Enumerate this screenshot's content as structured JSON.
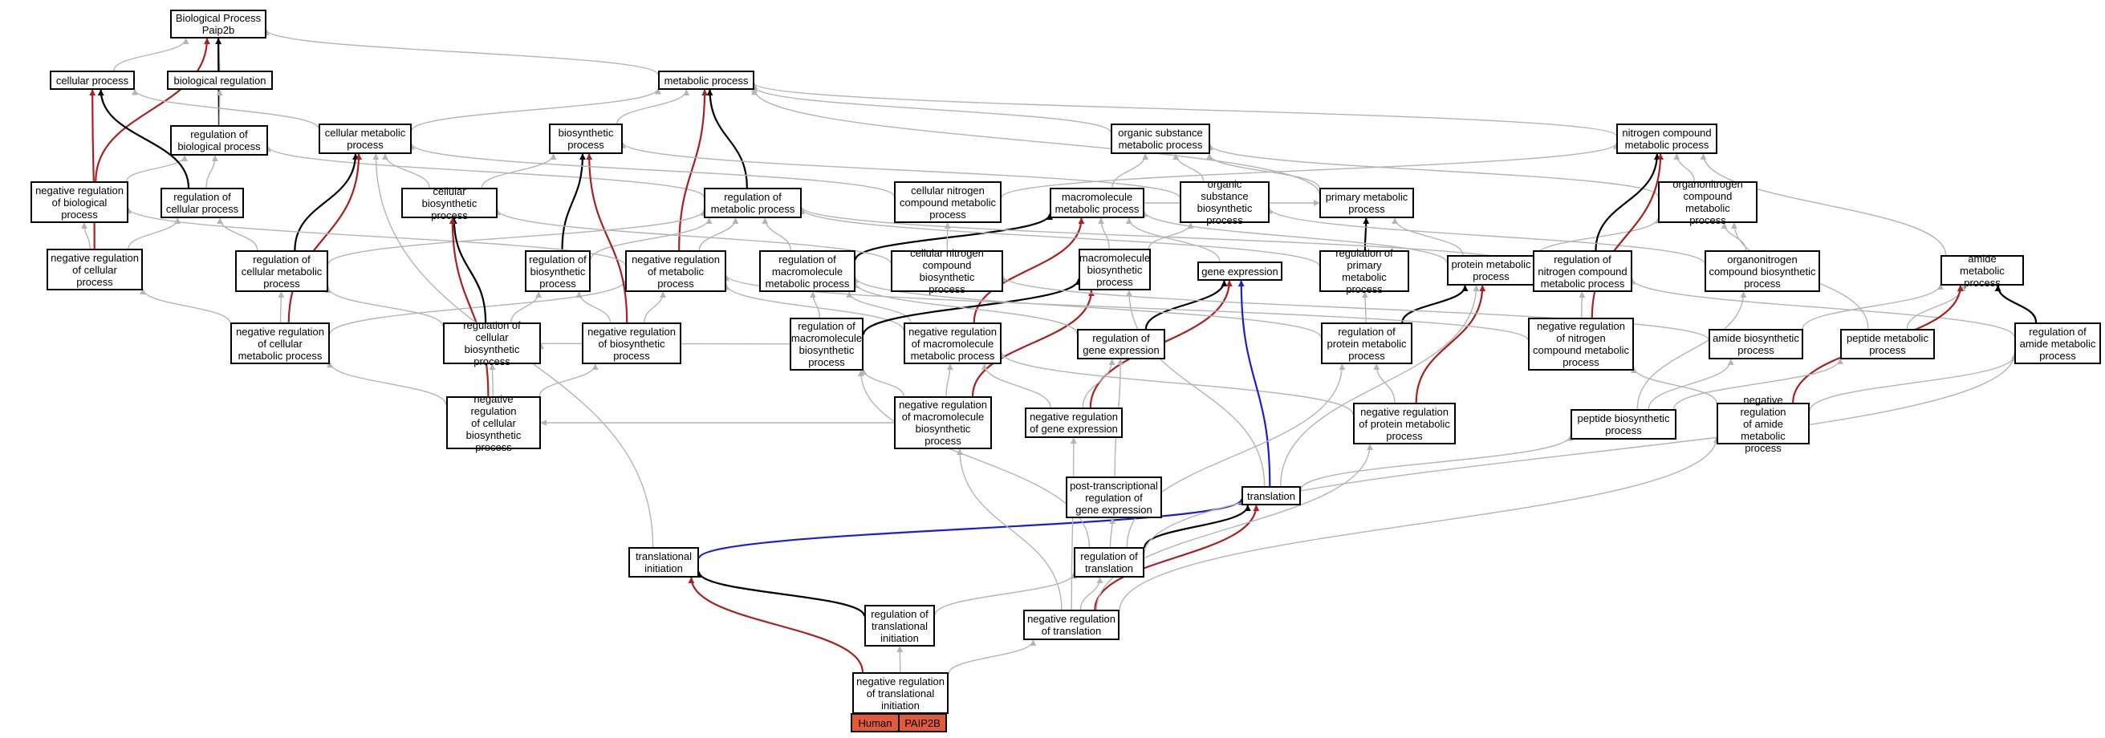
{
  "colors": {
    "is_a": "#b4b4b4",
    "part_of": "#000000",
    "negatively_regulates": "#aa1f1f",
    "regulates": "#1c1cd6",
    "annotation": "#e15a3c"
  },
  "legend": {
    "species": "Human",
    "gene": "PAIP2B"
  },
  "nodes": [
    {
      "id": "root",
      "label": "Biological Process\nPaip2b"
    },
    {
      "id": "cp",
      "label": "cellular process"
    },
    {
      "id": "br",
      "label": "biological regulation"
    },
    {
      "id": "mp",
      "label": "metabolic process"
    },
    {
      "id": "rbp",
      "label": "regulation of\nbiological process"
    },
    {
      "id": "cmp",
      "label": "cellular metabolic\nprocess"
    },
    {
      "id": "bp",
      "label": "biosynthetic\nprocess"
    },
    {
      "id": "osmp",
      "label": "organic substance\nmetabolic process"
    },
    {
      "id": "ncmp",
      "label": "nitrogen compound\nmetabolic process"
    },
    {
      "id": "nrbp",
      "label": "negative regulation\nof biological\nprocess"
    },
    {
      "id": "rcp",
      "label": "regulation of\ncellular process"
    },
    {
      "id": "cbp",
      "label": "cellular biosynthetic\nprocess"
    },
    {
      "id": "rmp",
      "label": "regulation of\nmetabolic process"
    },
    {
      "id": "cncmp",
      "label": "cellular nitrogen\ncompound metabolic\nprocess"
    },
    {
      "id": "mmp",
      "label": "macromolecule\nmetabolic process"
    },
    {
      "id": "osbp",
      "label": "organic substance\nbiosynthetic\nprocess"
    },
    {
      "id": "pmp",
      "label": "primary metabolic\nprocess"
    },
    {
      "id": "oncmp",
      "label": "organonitrogen\ncompound metabolic\nprocess"
    },
    {
      "id": "nrcp",
      "label": "negative regulation\nof cellular\nprocess"
    },
    {
      "id": "rcmp",
      "label": "regulation of\ncellular metabolic\nprocess"
    },
    {
      "id": "rbp2",
      "label": "regulation of\nbiosynthetic\nprocess"
    },
    {
      "id": "nrmp",
      "label": "negative regulation\nof metabolic\nprocess"
    },
    {
      "id": "rmmp",
      "label": "regulation of\nmacromolecule\nmetabolic process"
    },
    {
      "id": "cncbp",
      "label": "cellular nitrogen\ncompound biosynthetic\nprocess"
    },
    {
      "id": "mbp",
      "label": "macromolecule\nbiosynthetic\nprocess"
    },
    {
      "id": "ge",
      "label": "gene expression"
    },
    {
      "id": "rpmp",
      "label": "regulation of\nprimary metabolic\nprocess"
    },
    {
      "id": "prmp",
      "label": "protein metabolic\nprocess"
    },
    {
      "id": "rncmp",
      "label": "regulation of\nnitrogen compound\nmetabolic process"
    },
    {
      "id": "oncbp",
      "label": "organonitrogen\ncompound biosynthetic\nprocess"
    },
    {
      "id": "amp",
      "label": "amide metabolic\nprocess"
    },
    {
      "id": "nrcmp",
      "label": "negative regulation\nof cellular\nmetabolic process"
    },
    {
      "id": "rcbp",
      "label": "regulation of\ncellular biosynthetic\nprocess"
    },
    {
      "id": "nrbp2",
      "label": "negative regulation\nof biosynthetic\nprocess"
    },
    {
      "id": "rmbp",
      "label": "regulation of\nmacromolecule\nbiosynthetic\nprocess"
    },
    {
      "id": "nrmmp",
      "label": "negative regulation\nof macromolecule\nmetabolic process"
    },
    {
      "id": "rge",
      "label": "regulation of\ngene expression"
    },
    {
      "id": "rprmp",
      "label": "regulation of\nprotein metabolic\nprocess"
    },
    {
      "id": "nrncmp",
      "label": "negative regulation\nof nitrogen\ncompound metabolic\nprocess"
    },
    {
      "id": "abp",
      "label": "amide biosynthetic\nprocess"
    },
    {
      "id": "pepmp",
      "label": "peptide metabolic\nprocess"
    },
    {
      "id": "ramp",
      "label": "regulation of\namide metabolic\nprocess"
    },
    {
      "id": "nrccbp",
      "label": "negative regulation\nof cellular\nbiosynthetic\nprocess"
    },
    {
      "id": "nrmbp",
      "label": "negative regulation\nof macromolecule\nbiosynthetic\nprocess"
    },
    {
      "id": "nrge",
      "label": "negative regulation\nof gene expression"
    },
    {
      "id": "nrprmp",
      "label": "negative regulation\nof protein metabolic\nprocess"
    },
    {
      "id": "pepbp",
      "label": "peptide biosynthetic\nprocess"
    },
    {
      "id": "nramp",
      "label": "negative regulation\nof amide metabolic\nprocess"
    },
    {
      "id": "ptrge",
      "label": "post-transcriptional\nregulation of\ngene expression"
    },
    {
      "id": "tr",
      "label": "translation"
    },
    {
      "id": "ti",
      "label": "translational\ninitiation"
    },
    {
      "id": "rtr",
      "label": "regulation of\ntranslation"
    },
    {
      "id": "rti",
      "label": "regulation of\ntranslational\ninitiation"
    },
    {
      "id": "nrtr",
      "label": "negative regulation\nof translation"
    },
    {
      "id": "nrti",
      "label": "negative regulation\nof translational\ninitiation"
    }
  ],
  "edges": [
    [
      "cp",
      "root",
      "is_a"
    ],
    [
      "br",
      "root",
      "is_a"
    ],
    [
      "mp",
      "root",
      "is_a"
    ],
    [
      "rbp",
      "root",
      "part_of"
    ],
    [
      "nrbp",
      "root",
      "negatively_regulates"
    ],
    [
      "nrbp",
      "rbp",
      "is_a"
    ],
    [
      "rbp",
      "br",
      "is_a"
    ],
    [
      "rcp",
      "rbp",
      "is_a"
    ],
    [
      "rcp",
      "cp",
      "part_of"
    ],
    [
      "nrcp",
      "cp",
      "negatively_regulates"
    ],
    [
      "nrcp",
      "nrbp",
      "is_a"
    ],
    [
      "nrcp",
      "rcp",
      "is_a"
    ],
    [
      "cmp",
      "cp",
      "is_a"
    ],
    [
      "cmp",
      "mp",
      "is_a"
    ],
    [
      "bp",
      "mp",
      "is_a"
    ],
    [
      "osmp",
      "mp",
      "is_a"
    ],
    [
      "ncmp",
      "mp",
      "is_a"
    ],
    [
      "pmp",
      "mp",
      "is_a"
    ],
    [
      "cbp",
      "cmp",
      "is_a"
    ],
    [
      "cbp",
      "bp",
      "is_a"
    ],
    [
      "rmp",
      "rbp",
      "is_a"
    ],
    [
      "rmp",
      "mp",
      "part_of"
    ],
    [
      "nrmp",
      "mp",
      "negatively_regulates"
    ],
    [
      "rcmp",
      "cmp",
      "part_of"
    ],
    [
      "rcmp",
      "rcp",
      "is_a"
    ],
    [
      "rcmp",
      "rmp",
      "is_a"
    ],
    [
      "nrcmp",
      "cmp",
      "negatively_regulates"
    ],
    [
      "nrcmp",
      "nrcp",
      "is_a"
    ],
    [
      "nrcmp",
      "rcmp",
      "is_a"
    ],
    [
      "nrcmp",
      "nrmp",
      "is_a"
    ],
    [
      "rbp2",
      "bp",
      "part_of"
    ],
    [
      "rbp2",
      "rmp",
      "is_a"
    ],
    [
      "nrbp2",
      "bp",
      "negatively_regulates"
    ],
    [
      "nrbp2",
      "rbp2",
      "is_a"
    ],
    [
      "nrbp2",
      "nrmp",
      "is_a"
    ],
    [
      "nrmp",
      "rmp",
      "is_a"
    ],
    [
      "nrmp",
      "nrbp",
      "is_a"
    ],
    [
      "rcbp",
      "cbp",
      "part_of"
    ],
    [
      "rcbp",
      "rcmp",
      "is_a"
    ],
    [
      "rcbp",
      "rbp2",
      "is_a"
    ],
    [
      "nrccbp",
      "cbp",
      "negatively_regulates"
    ],
    [
      "nrccbp",
      "rcbp",
      "is_a"
    ],
    [
      "nrccbp",
      "nrcmp",
      "is_a"
    ],
    [
      "nrccbp",
      "nrbp2",
      "is_a"
    ],
    [
      "cncmp",
      "cmp",
      "is_a"
    ],
    [
      "cncmp",
      "ncmp",
      "is_a"
    ],
    [
      "mmp",
      "osmp",
      "is_a"
    ],
    [
      "mmp",
      "pmp",
      "is_a"
    ],
    [
      "osbp",
      "osmp",
      "is_a"
    ],
    [
      "osbp",
      "bp",
      "is_a"
    ],
    [
      "pmp",
      "osmp",
      "is_a"
    ],
    [
      "oncmp",
      "ncmp",
      "is_a"
    ],
    [
      "oncmp",
      "osmp",
      "is_a"
    ],
    [
      "rmmp",
      "mmp",
      "part_of"
    ],
    [
      "rmmp",
      "rmp",
      "is_a"
    ],
    [
      "nrmmp",
      "mmp",
      "negatively_regulates"
    ],
    [
      "nrmmp",
      "rmmp",
      "is_a"
    ],
    [
      "nrmmp",
      "nrmp",
      "is_a"
    ],
    [
      "cncbp",
      "cncmp",
      "is_a"
    ],
    [
      "cncbp",
      "cbp",
      "is_a"
    ],
    [
      "mbp",
      "mmp",
      "is_a"
    ],
    [
      "mbp",
      "osbp",
      "is_a"
    ],
    [
      "ge",
      "mmp",
      "is_a"
    ],
    [
      "rpmp",
      "pmp",
      "part_of"
    ],
    [
      "rpmp",
      "rmp",
      "is_a"
    ],
    [
      "prmp",
      "pmp",
      "is_a"
    ],
    [
      "prmp",
      "mmp",
      "is_a"
    ],
    [
      "prmp",
      "oncmp",
      "is_a"
    ],
    [
      "rncmp",
      "ncmp",
      "part_of"
    ],
    [
      "rncmp",
      "rmp",
      "is_a"
    ],
    [
      "oncbp",
      "oncmp",
      "is_a"
    ],
    [
      "oncbp",
      "osbp",
      "is_a"
    ],
    [
      "amp",
      "ncmp",
      "is_a"
    ],
    [
      "rmbp",
      "mbp",
      "part_of"
    ],
    [
      "rmbp",
      "rmmp",
      "is_a"
    ],
    [
      "rmbp",
      "rcbp",
      "is_a"
    ],
    [
      "nrmbp",
      "mbp",
      "negatively_regulates"
    ],
    [
      "nrmbp",
      "rmbp",
      "is_a"
    ],
    [
      "nrmbp",
      "nrmmp",
      "is_a"
    ],
    [
      "nrmbp",
      "nrccbp",
      "is_a"
    ],
    [
      "rge",
      "ge",
      "part_of"
    ],
    [
      "rge",
      "rmmp",
      "is_a"
    ],
    [
      "nrge",
      "ge",
      "negatively_regulates"
    ],
    [
      "nrge",
      "rge",
      "is_a"
    ],
    [
      "nrge",
      "nrmmp",
      "is_a"
    ],
    [
      "rprmp",
      "prmp",
      "part_of"
    ],
    [
      "rprmp",
      "rmmp",
      "is_a"
    ],
    [
      "rprmp",
      "rpmp",
      "is_a"
    ],
    [
      "nrprmp",
      "prmp",
      "negatively_regulates"
    ],
    [
      "nrprmp",
      "rprmp",
      "is_a"
    ],
    [
      "nrprmp",
      "nrmmp",
      "is_a"
    ],
    [
      "nrncmp",
      "ncmp",
      "negatively_regulates"
    ],
    [
      "nrncmp",
      "rncmp",
      "is_a"
    ],
    [
      "nrncmp",
      "nrmp",
      "is_a"
    ],
    [
      "abp",
      "amp",
      "is_a"
    ],
    [
      "abp",
      "cncbp",
      "is_a"
    ],
    [
      "pepmp",
      "amp",
      "is_a"
    ],
    [
      "pepmp",
      "oncmp",
      "is_a"
    ],
    [
      "ramp",
      "amp",
      "part_of"
    ],
    [
      "ramp",
      "rncmp",
      "is_a"
    ],
    [
      "nramp",
      "amp",
      "negatively_regulates"
    ],
    [
      "nramp",
      "ramp",
      "is_a"
    ],
    [
      "nramp",
      "nrncmp",
      "is_a"
    ],
    [
      "pepbp",
      "abp",
      "is_a"
    ],
    [
      "pepbp",
      "pepmp",
      "is_a"
    ],
    [
      "pepbp",
      "oncbp",
      "is_a"
    ],
    [
      "ptrge",
      "rge",
      "is_a"
    ],
    [
      "tr",
      "ge",
      "regulates"
    ],
    [
      "tr",
      "pepbp",
      "is_a"
    ],
    [
      "tr",
      "prmp",
      "is_a"
    ],
    [
      "tr",
      "mbp",
      "is_a"
    ],
    [
      "ti",
      "tr",
      "regulates"
    ],
    [
      "ti",
      "cmp",
      "is_a"
    ],
    [
      "rtr",
      "tr",
      "part_of"
    ],
    [
      "rtr",
      "ptrge",
      "is_a"
    ],
    [
      "rtr",
      "rprmp",
      "is_a"
    ],
    [
      "rtr",
      "ramp",
      "is_a"
    ],
    [
      "rtr",
      "rmbp",
      "is_a"
    ],
    [
      "nrtr",
      "tr",
      "negatively_regulates"
    ],
    [
      "nrtr",
      "rtr",
      "is_a"
    ],
    [
      "nrtr",
      "nrge",
      "is_a"
    ],
    [
      "nrtr",
      "nrprmp",
      "is_a"
    ],
    [
      "nrtr",
      "nramp",
      "is_a"
    ],
    [
      "nrtr",
      "nrmbp",
      "is_a"
    ],
    [
      "rti",
      "ti",
      "part_of"
    ],
    [
      "rti",
      "rtr",
      "is_a"
    ],
    [
      "nrti",
      "ti",
      "negatively_regulates"
    ],
    [
      "nrti",
      "rti",
      "is_a"
    ],
    [
      "nrti",
      "nrtr",
      "is_a"
    ]
  ]
}
